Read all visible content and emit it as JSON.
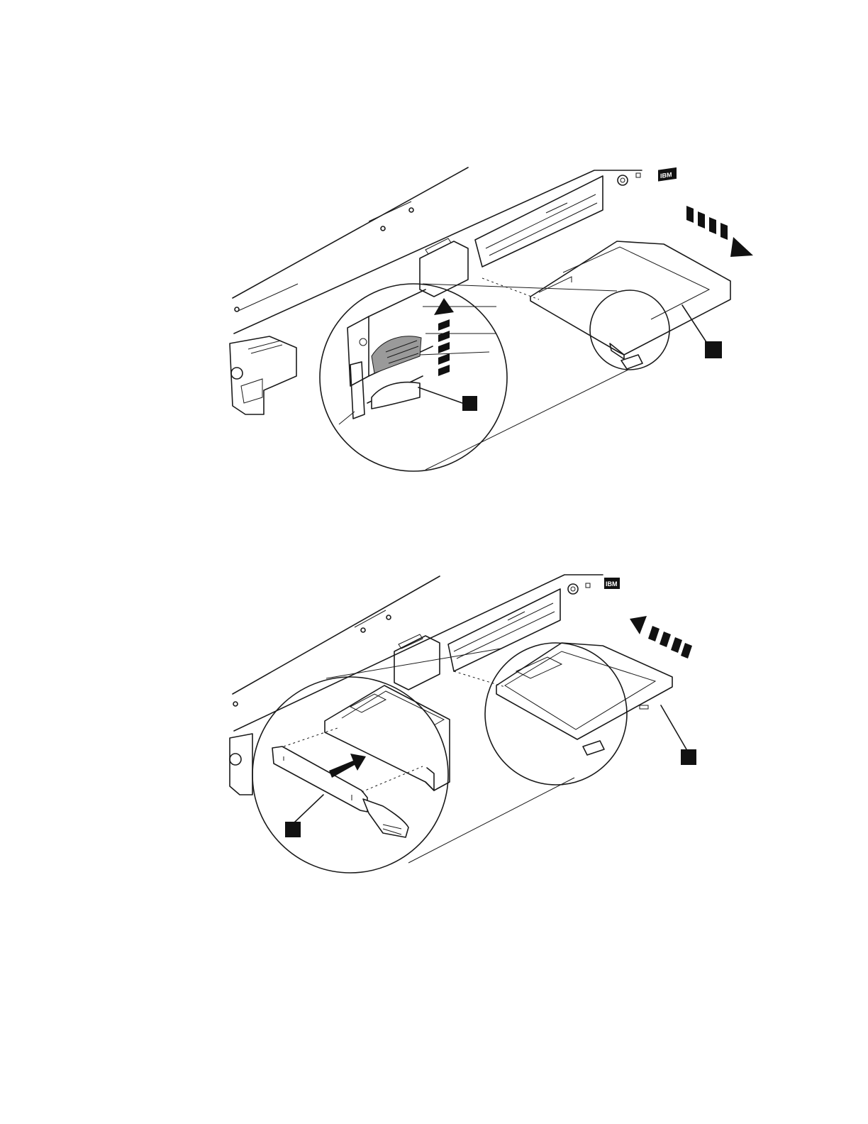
{
  "figures": [
    {
      "id": "figure-top",
      "logo_text": "IBM",
      "callouts": [
        {
          "name": "drive-callout"
        },
        {
          "name": "release-latch-callout"
        }
      ],
      "arrows": [
        "slide-out-arrow",
        "lift-latch-arrow"
      ]
    },
    {
      "id": "figure-bottom",
      "logo_text": "IBM",
      "callouts": [
        {
          "name": "drive-callout"
        },
        {
          "name": "retention-clip-callout"
        }
      ],
      "arrows": [
        "slide-in-arrow",
        "attach-clip-arrow"
      ]
    }
  ],
  "colors": {
    "line": "#1a1a1a",
    "callout_box": "#111111",
    "latch_shade": "#9a9a9a",
    "background": "#ffffff"
  }
}
